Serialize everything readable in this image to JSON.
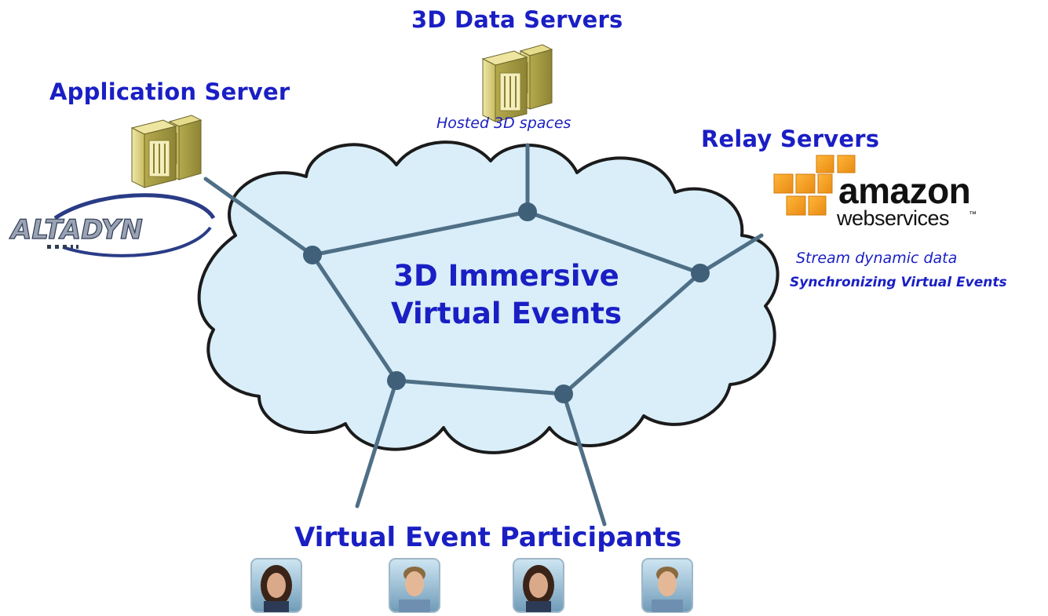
{
  "diagram": {
    "center_title_line1": "3D Immersive",
    "center_title_line2": "Virtual Events",
    "data_servers": {
      "title": "3D Data Servers",
      "note": "Hosted 3D spaces"
    },
    "application_server": {
      "title": "Application Server",
      "logo_text": "ALTADYN"
    },
    "relay_servers": {
      "title": "Relay Servers",
      "logo_line1": "amazon",
      "logo_line2": "webservices",
      "logo_tm": "™",
      "note_line1": "Stream dynamic data",
      "note_line2": "Synchronizing Virtual Events"
    },
    "participants": {
      "title": "Virtual Event Participants"
    }
  },
  "colors": {
    "heading": "#1a1fc4",
    "cloud_fill": "#d9eef9",
    "cloud_stroke": "#1b1b1b",
    "link": "#4f6f86",
    "node": "#3f6078",
    "aws_orange": "#f39c1a"
  },
  "icons": [
    "server-icon",
    "amazon-cubes-icon",
    "altadyn-logo",
    "avatar-female",
    "avatar-male"
  ]
}
